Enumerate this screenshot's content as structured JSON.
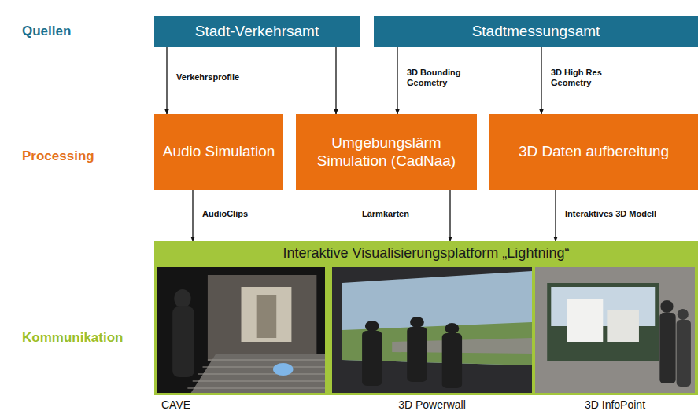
{
  "diagram": {
    "nodes": [
      {
        "text": [
          "Stadt-Verkehrsamt"
        ]
      },
      {
        "text": [
          "Stadtmessungsamt"
        ]
      },
      {
        "text": [
          "Audio Simulation"
        ]
      },
      {
        "text": [
          "Umgebungslärm Simulation (CadNaa)"
        ]
      },
      {
        "text": [
          "3D Daten aufbereitung"
        ]
      },
      {
        "text": [
          "Interaktive Visualisierungsplatform „Lightning“"
        ]
      },
      {
        "text": [
          "CAVE"
        ],
        "in": 5
      },
      {
        "text": [
          "3D Powerwall"
        ],
        "in": 5
      },
      {
        "text": [
          "3D InfoPoint"
        ],
        "in": 5
      }
    ],
    "edges": [
      {
        "from": 0,
        "to": 2,
        "label": "Verkehrsprofile",
        "arrow": "to"
      },
      {
        "from": 0,
        "to": 3,
        "arrow": "to"
      },
      {
        "from": 1,
        "to": 3,
        "label": "3D Bounding Geometry",
        "arrow": "to"
      },
      {
        "from": 1,
        "to": 4,
        "label": "3D High Res Geometry",
        "arrow": "to"
      },
      {
        "from": 2,
        "to": 5,
        "label": "AudioClips",
        "arrow": "to"
      },
      {
        "from": 3,
        "to": 5,
        "label": "Lärmkarten",
        "arrow": "to"
      },
      {
        "from": 4,
        "to": 5,
        "label": "Interaktives 3D Modell",
        "arrow": "to"
      }
    ],
    "labels": [
      "Quellen",
      "Processing",
      "Kommunikation"
    ]
  }
}
